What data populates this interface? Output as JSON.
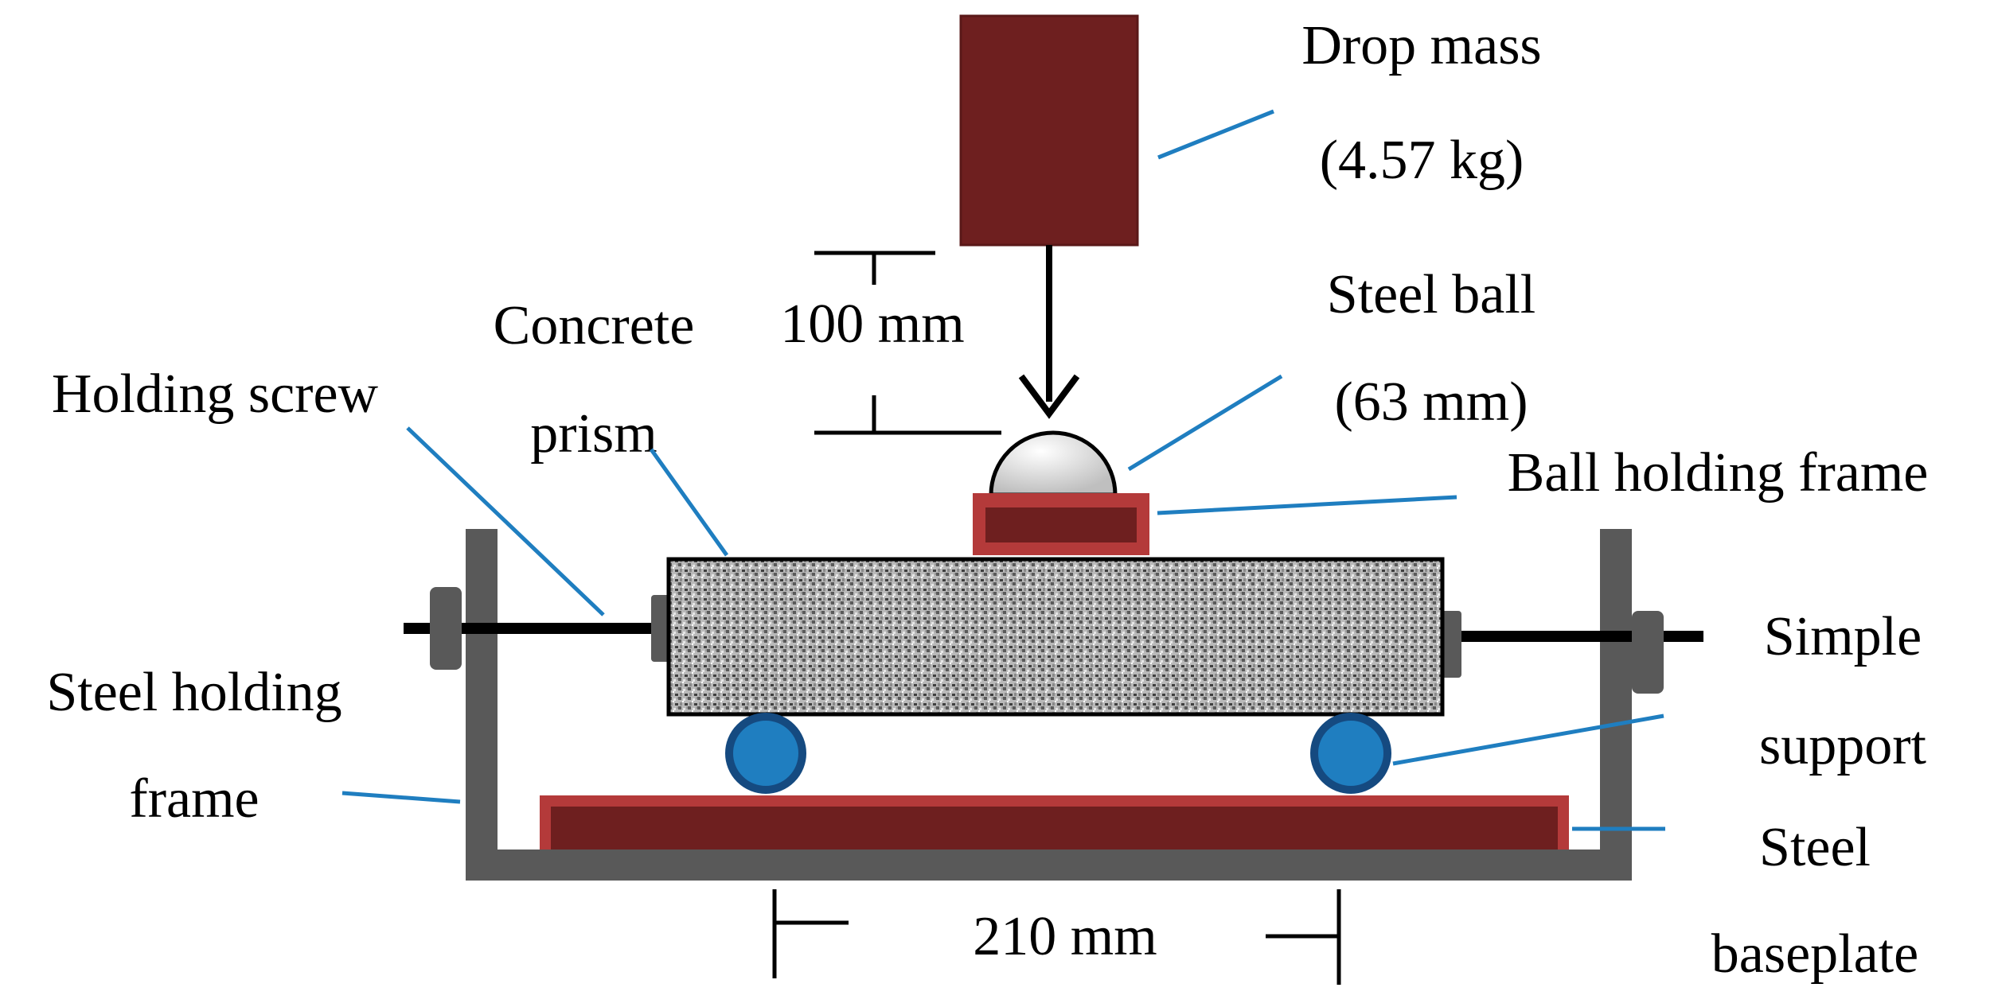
{
  "labels": {
    "drop_mass": "Drop mass",
    "drop_mass_value": "(4.57 kg)",
    "steel_ball": "Steel ball",
    "steel_ball_value": "(63 mm)",
    "ball_holding_frame": "Ball holding frame",
    "concrete_line1": "Concrete",
    "concrete_line2": "prism",
    "holding_screw": "Holding screw",
    "drop_height": "100 mm",
    "simple_line1": "Simple",
    "simple_line2": "support",
    "steel_frame_line1": "Steel holding",
    "steel_frame_line2": "frame",
    "baseplate_line1": "Steel",
    "baseplate_line2": "baseplate",
    "span": "210 mm"
  },
  "colors": {
    "mass": "#6e1f1f",
    "mass_border": "#b43a3a",
    "frame": "#595959",
    "support": "#1f7ec0",
    "support_ring": "#154a80",
    "leader": "#1f7ec0",
    "ball_fill": "#d8d8d8"
  }
}
